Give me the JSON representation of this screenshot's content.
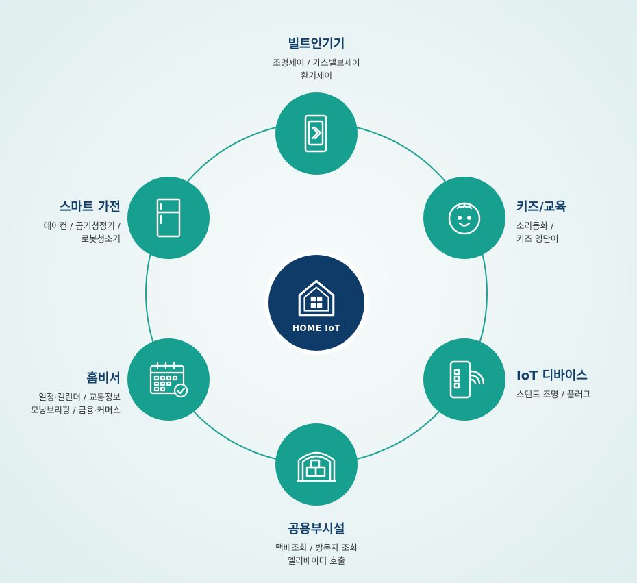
{
  "center": {
    "label": "HOME IoT"
  },
  "nodes": {
    "builtin": {
      "title": "빌트인기기",
      "line1": "조명제어 / 가스밸브제어",
      "line2": "환기제어"
    },
    "kids": {
      "title": "키즈/교육",
      "line1": "소리동화 /",
      "line2": "키즈 영단어"
    },
    "iot": {
      "title": "IoT 디바이스",
      "line1": "스탠드 조명 / 플러그"
    },
    "public": {
      "title": "공용부시설",
      "line1": "택배조회 / 방문자 조회",
      "line2": "엘리베이터 호출"
    },
    "secretary": {
      "title": "홈비서",
      "line1": "일정·캘린더 / 교통정보",
      "line2": "모닝브리핑 / 금융·커머스"
    },
    "appliance": {
      "title": "스마트 가전",
      "line1": "에어컨 / 공기청정기 /",
      "line2": "로봇청소기"
    }
  },
  "colors": {
    "node": "#17a08f",
    "ring": "#1fa194",
    "center": "#0f3b68",
    "title": "#123f6a"
  },
  "icons": [
    "switch-icon",
    "child-face-icon",
    "phone-wifi-icon",
    "warehouse-boxes-icon",
    "calendar-check-icon",
    "refrigerator-icon",
    "house-icon"
  ]
}
